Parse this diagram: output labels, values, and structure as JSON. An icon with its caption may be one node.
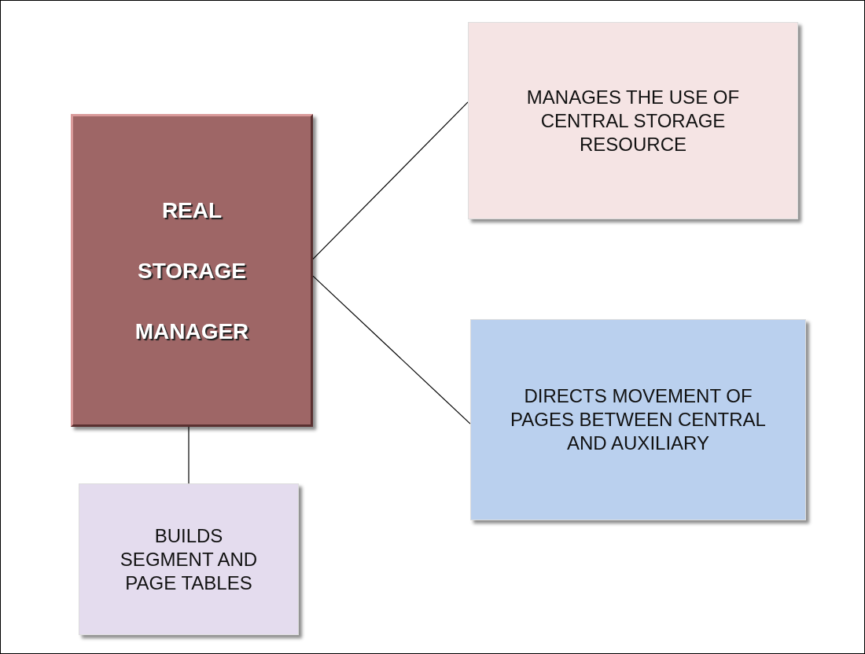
{
  "diagram": {
    "nodes": [
      {
        "text": [
          "REAL STORAGE MANAGER"
        ]
      },
      {
        "text": [
          "MANAGES THE USE OF CENTRAL STORAGE RESOURCE"
        ]
      },
      {
        "text": [
          "DIRECTS MOVEMENT OF PAGES BETWEEN CENTRAL AND AUXILIARY"
        ]
      },
      {
        "text": [
          "BUILDS SEGMENT AND PAGE TABLES"
        ]
      }
    ],
    "edges": [
      {
        "from": 0,
        "to": 1,
        "arrow": "none"
      },
      {
        "from": 0,
        "to": 2,
        "arrow": "none"
      },
      {
        "from": 0,
        "to": 3,
        "arrow": "none"
      }
    ]
  }
}
